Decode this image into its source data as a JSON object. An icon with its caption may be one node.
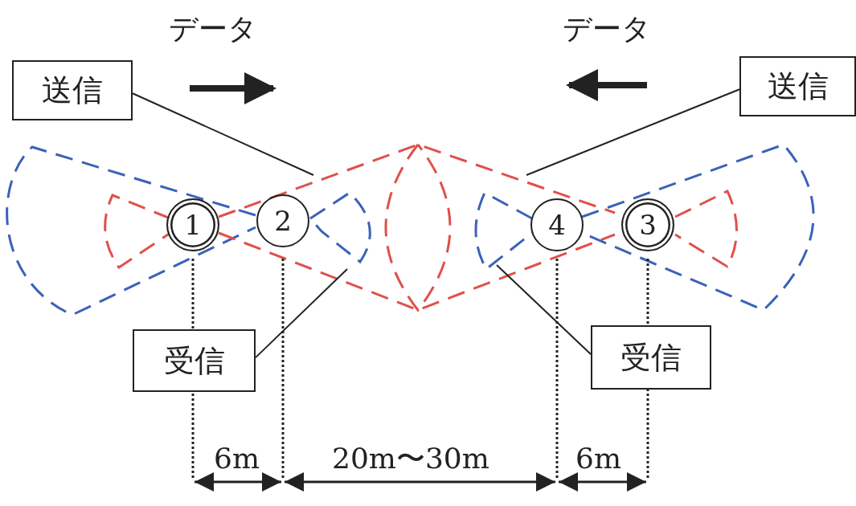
{
  "diagram": {
    "nodes": [
      {
        "text": [
          "送信"
        ]
      },
      {
        "text": [
          "送信"
        ]
      },
      {
        "text": [
          "1"
        ]
      },
      {
        "text": [
          "2"
        ]
      },
      {
        "text": [
          "4"
        ]
      },
      {
        "text": [
          "3"
        ]
      },
      {
        "text": [
          "受信"
        ]
      },
      {
        "text": [
          "受信"
        ]
      }
    ],
    "edges": [
      {
        "from": 0,
        "to": null,
        "arrow": "none"
      },
      {
        "from": 1,
        "to": null,
        "arrow": "none"
      },
      {
        "from": 6,
        "to": null,
        "arrow": "none"
      },
      {
        "from": 7,
        "to": null,
        "arrow": "none"
      }
    ],
    "labels": [
      "データ",
      "データ",
      "6m",
      "20m〜30m",
      "6m"
    ]
  }
}
